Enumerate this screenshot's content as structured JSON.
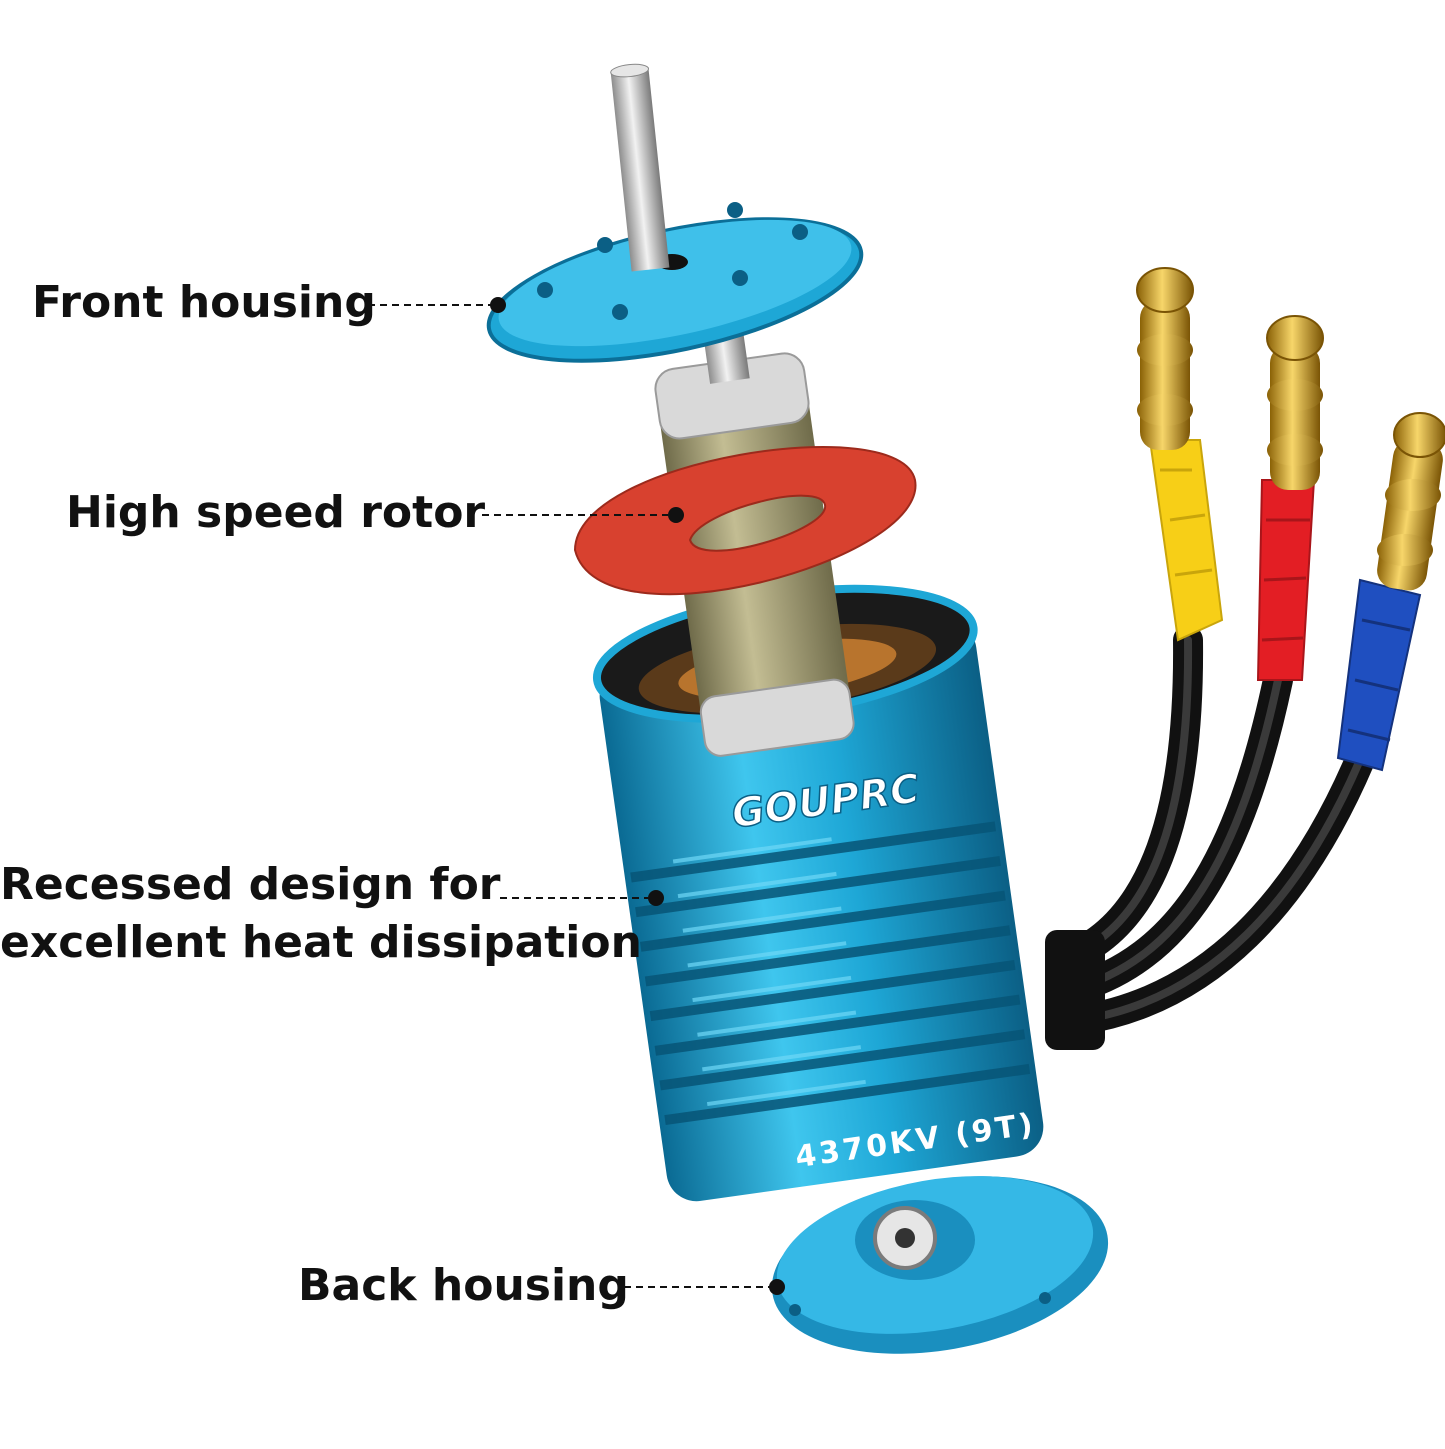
{
  "labels": {
    "front_housing": "Front housing",
    "high_speed_rotor": "High speed rotor",
    "recessed_line1": "Recessed design for",
    "recessed_line2": "excellent heat dissipation",
    "back_housing": "Back housing"
  },
  "motor": {
    "brand": "GOUPRC",
    "spec": "4370KV (9T)"
  },
  "colors": {
    "housing_blue": "#1ea7d6",
    "housing_dark": "#0b6f98",
    "shaft": "#c9c9c9",
    "rotor": "#a9a37a",
    "gasket": "#d8412f",
    "wire_yellow": "#f7cf17",
    "wire_red": "#e31e24",
    "wire_blue": "#1f4fc0",
    "connector_gold": "#d4a21a"
  }
}
